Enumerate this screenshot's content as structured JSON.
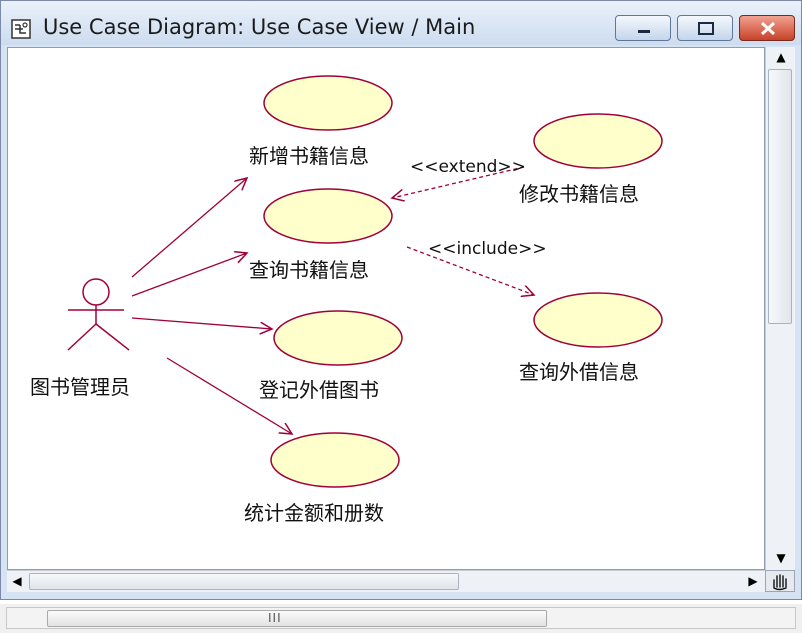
{
  "window": {
    "title": "Use Case Diagram: Use Case View / Main"
  },
  "diagram": {
    "actor": {
      "label": "图书管理员"
    },
    "use_cases": {
      "add_book": "新增书籍信息",
      "query_book": "查询书籍信息",
      "register_loan": "登记外借图书",
      "statistics": "统计金额和册数",
      "modify_book": "修改书籍信息",
      "query_loan": "查询外借信息"
    },
    "stereotypes": {
      "extend": "<<extend>>",
      "include": "<<include>>"
    },
    "colors": {
      "ellipse_fill": "#ffffcc",
      "ellipse_stroke": "#a0003a",
      "line": "#a0003a"
    }
  },
  "bottom_bar": {
    "grip": "III"
  }
}
